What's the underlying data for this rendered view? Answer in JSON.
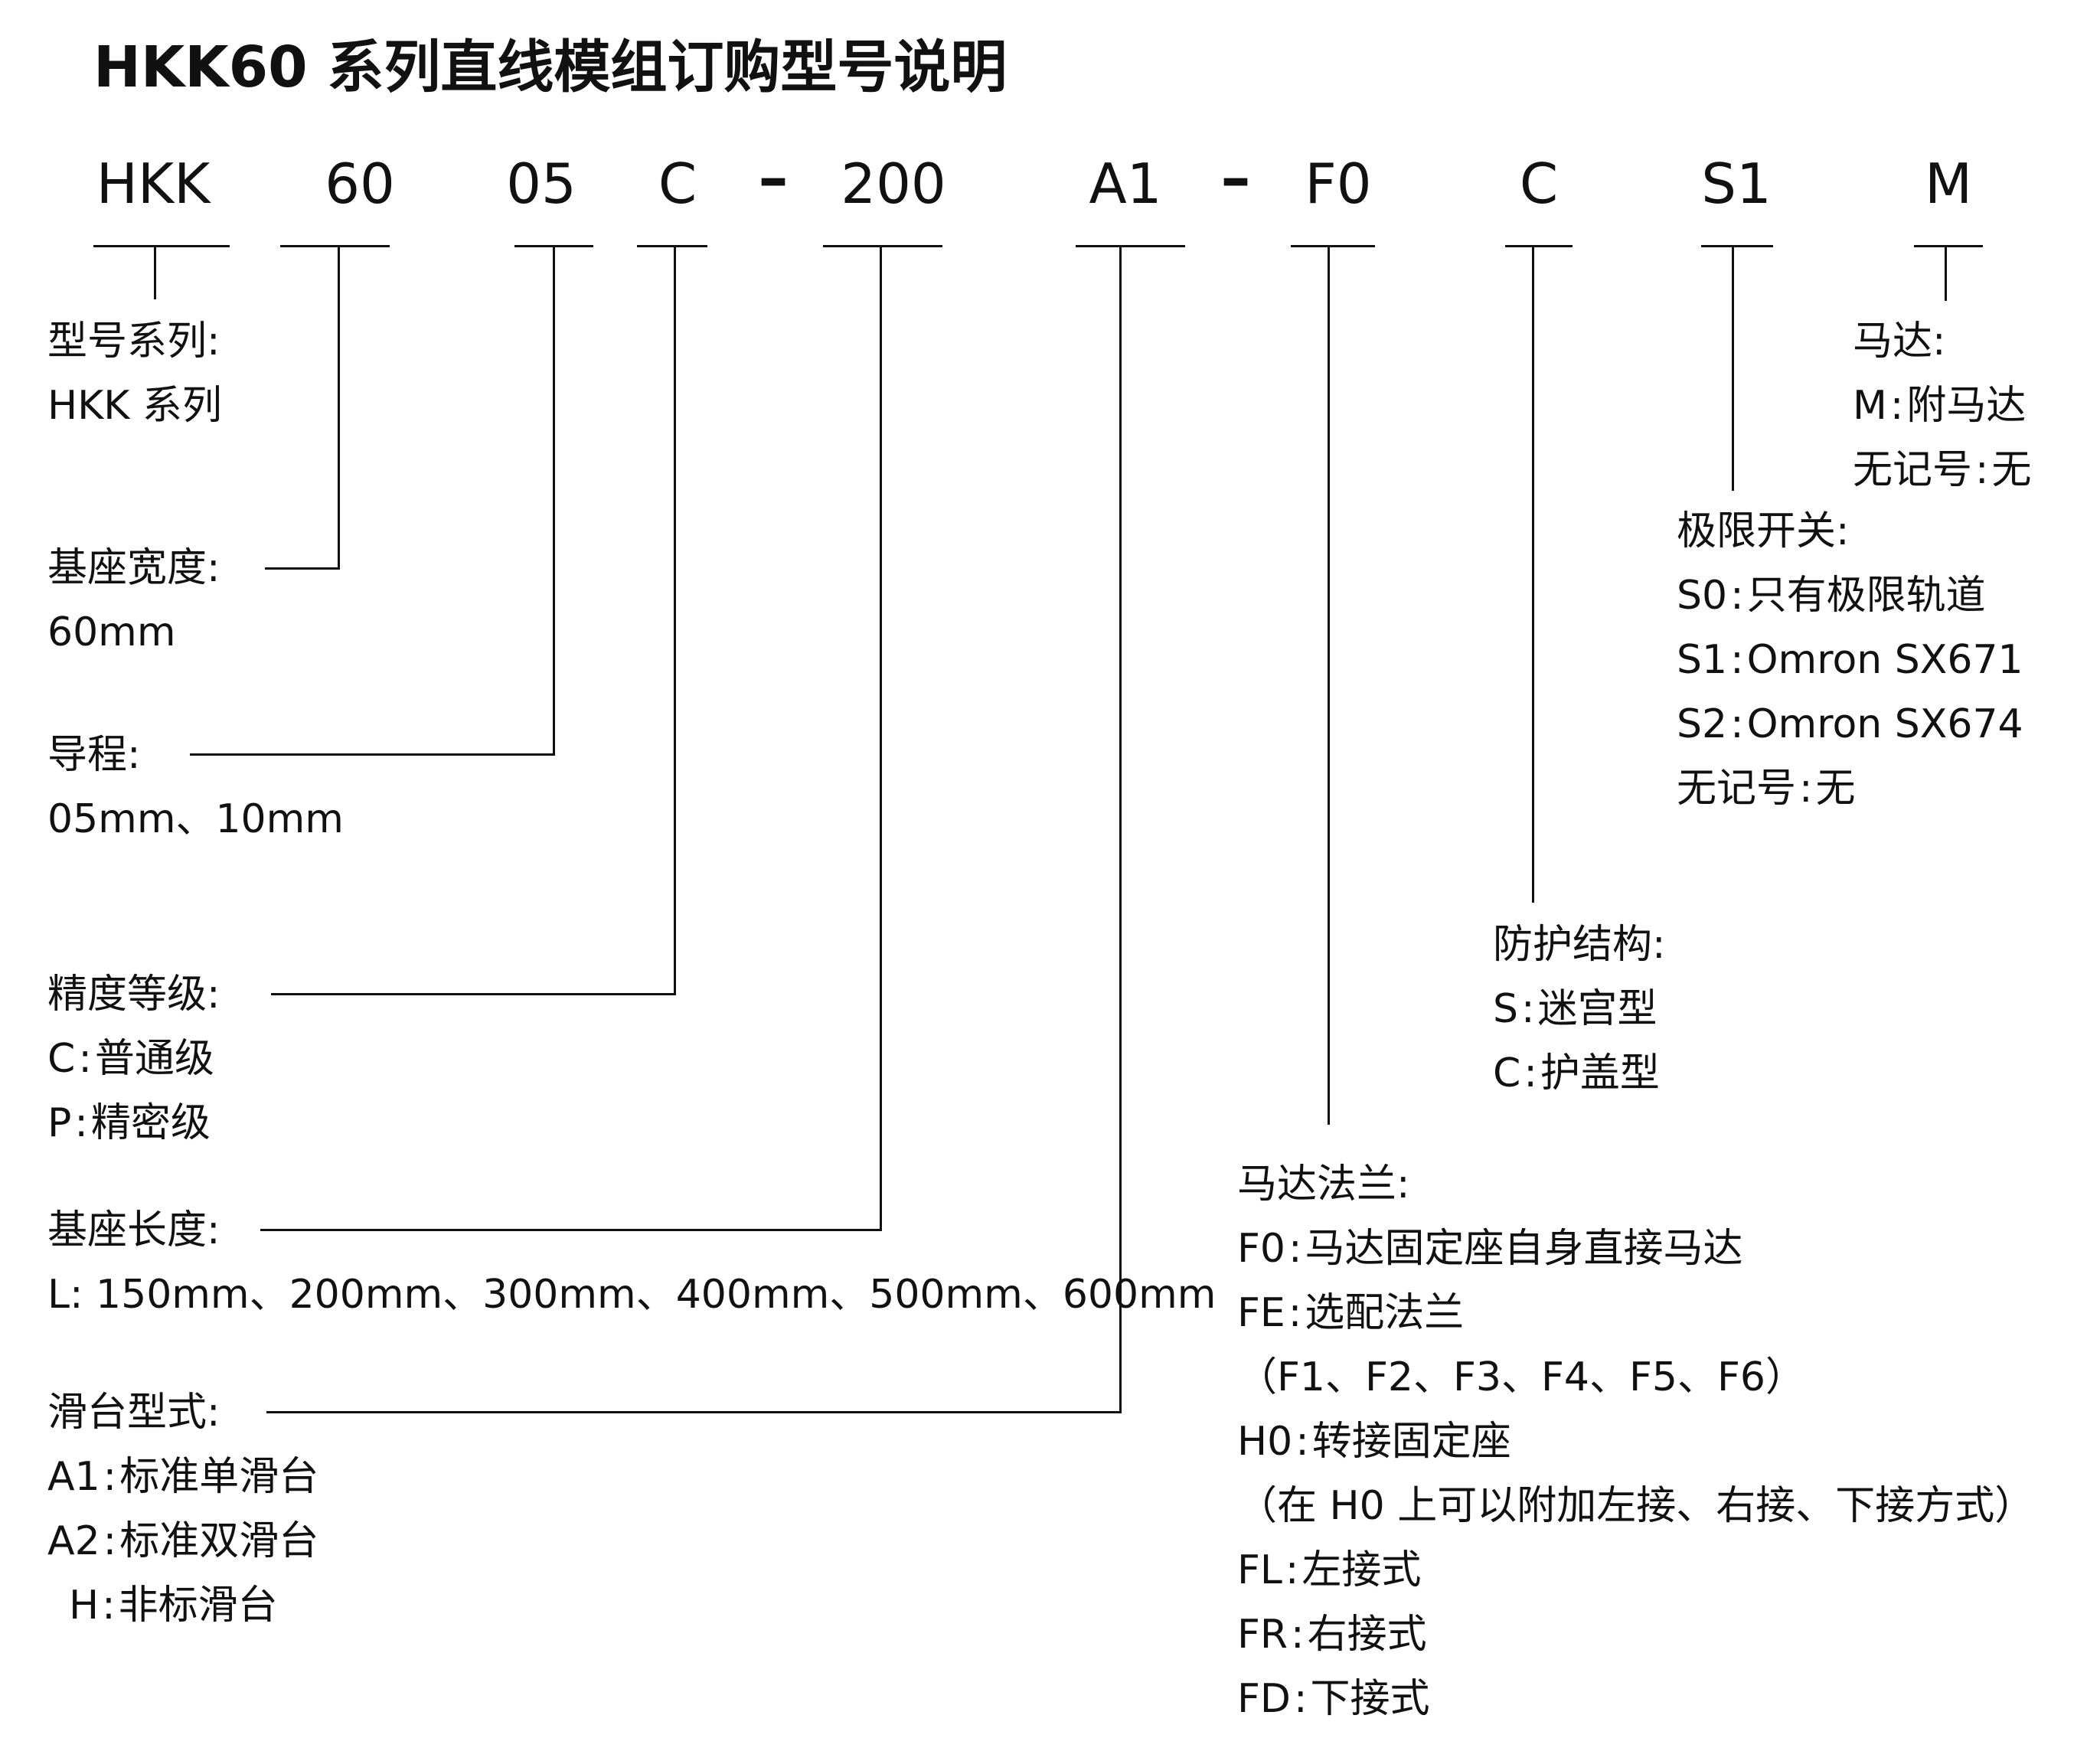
{
  "title": "HKK60 系列直线模组订购型号说明",
  "codes": [
    "HKK",
    "60",
    "05",
    "C",
    "200",
    "A1",
    "F0",
    "C",
    "S1",
    "M"
  ],
  "dashes": [
    "–",
    "–"
  ],
  "blocks": {
    "series": {
      "label": "型号系列:",
      "lines": [
        "HKK 系列"
      ]
    },
    "width": {
      "label": "基座宽度:",
      "lines": [
        "60mm"
      ]
    },
    "lead": {
      "label": "导程:",
      "lines": [
        "05mm、10mm"
      ]
    },
    "precision": {
      "label": "精度等级:",
      "items": [
        {
          "code": "C",
          "desc": "普通级"
        },
        {
          "code": "P",
          "desc": "精密级"
        }
      ]
    },
    "length": {
      "label": "基座长度:",
      "lines": [
        "L: 150mm、200mm、300mm、400mm、500mm、600mm"
      ]
    },
    "slide": {
      "label": "滑台型式:",
      "items": [
        {
          "code": "A1",
          "desc": "标准单滑台"
        },
        {
          "code": "A2",
          "desc": "标准双滑台"
        },
        {
          "code": " H",
          "desc": "非标滑台"
        }
      ]
    },
    "flange": {
      "label": "马达法兰:",
      "rows": [
        {
          "code": "F0",
          "desc": "马达固定座自身直接马达"
        },
        {
          "code": "FE",
          "desc": "选配法兰"
        },
        {
          "text": "（F1、F2、F3、F4、F5、F6）"
        },
        {
          "code": "H0",
          "desc": "转接固定座"
        },
        {
          "text": "（在 H0 上可以附加左接、右接、下接方式）"
        },
        {
          "code": "FL",
          "desc": "左接式"
        },
        {
          "code": "FR",
          "desc": "右接式"
        },
        {
          "code": "FD",
          "desc": "下接式"
        }
      ]
    },
    "protection": {
      "label": "防护结构:",
      "items": [
        {
          "code": "S",
          "desc": "迷宫型"
        },
        {
          "code": "C",
          "desc": "护盖型"
        }
      ]
    },
    "limit": {
      "label": "极限开关:",
      "items": [
        {
          "code": "S0",
          "desc": "只有极限轨道"
        },
        {
          "code": "S1",
          "desc": "Omron SX671"
        },
        {
          "code": "S2",
          "desc": "Omron SX674"
        },
        {
          "code": "无记号",
          "desc": "无"
        }
      ]
    },
    "motor": {
      "label": "马达:",
      "items": [
        {
          "code": "M",
          "desc": "附马达"
        },
        {
          "code": "无记号",
          "desc": "无"
        }
      ]
    }
  }
}
